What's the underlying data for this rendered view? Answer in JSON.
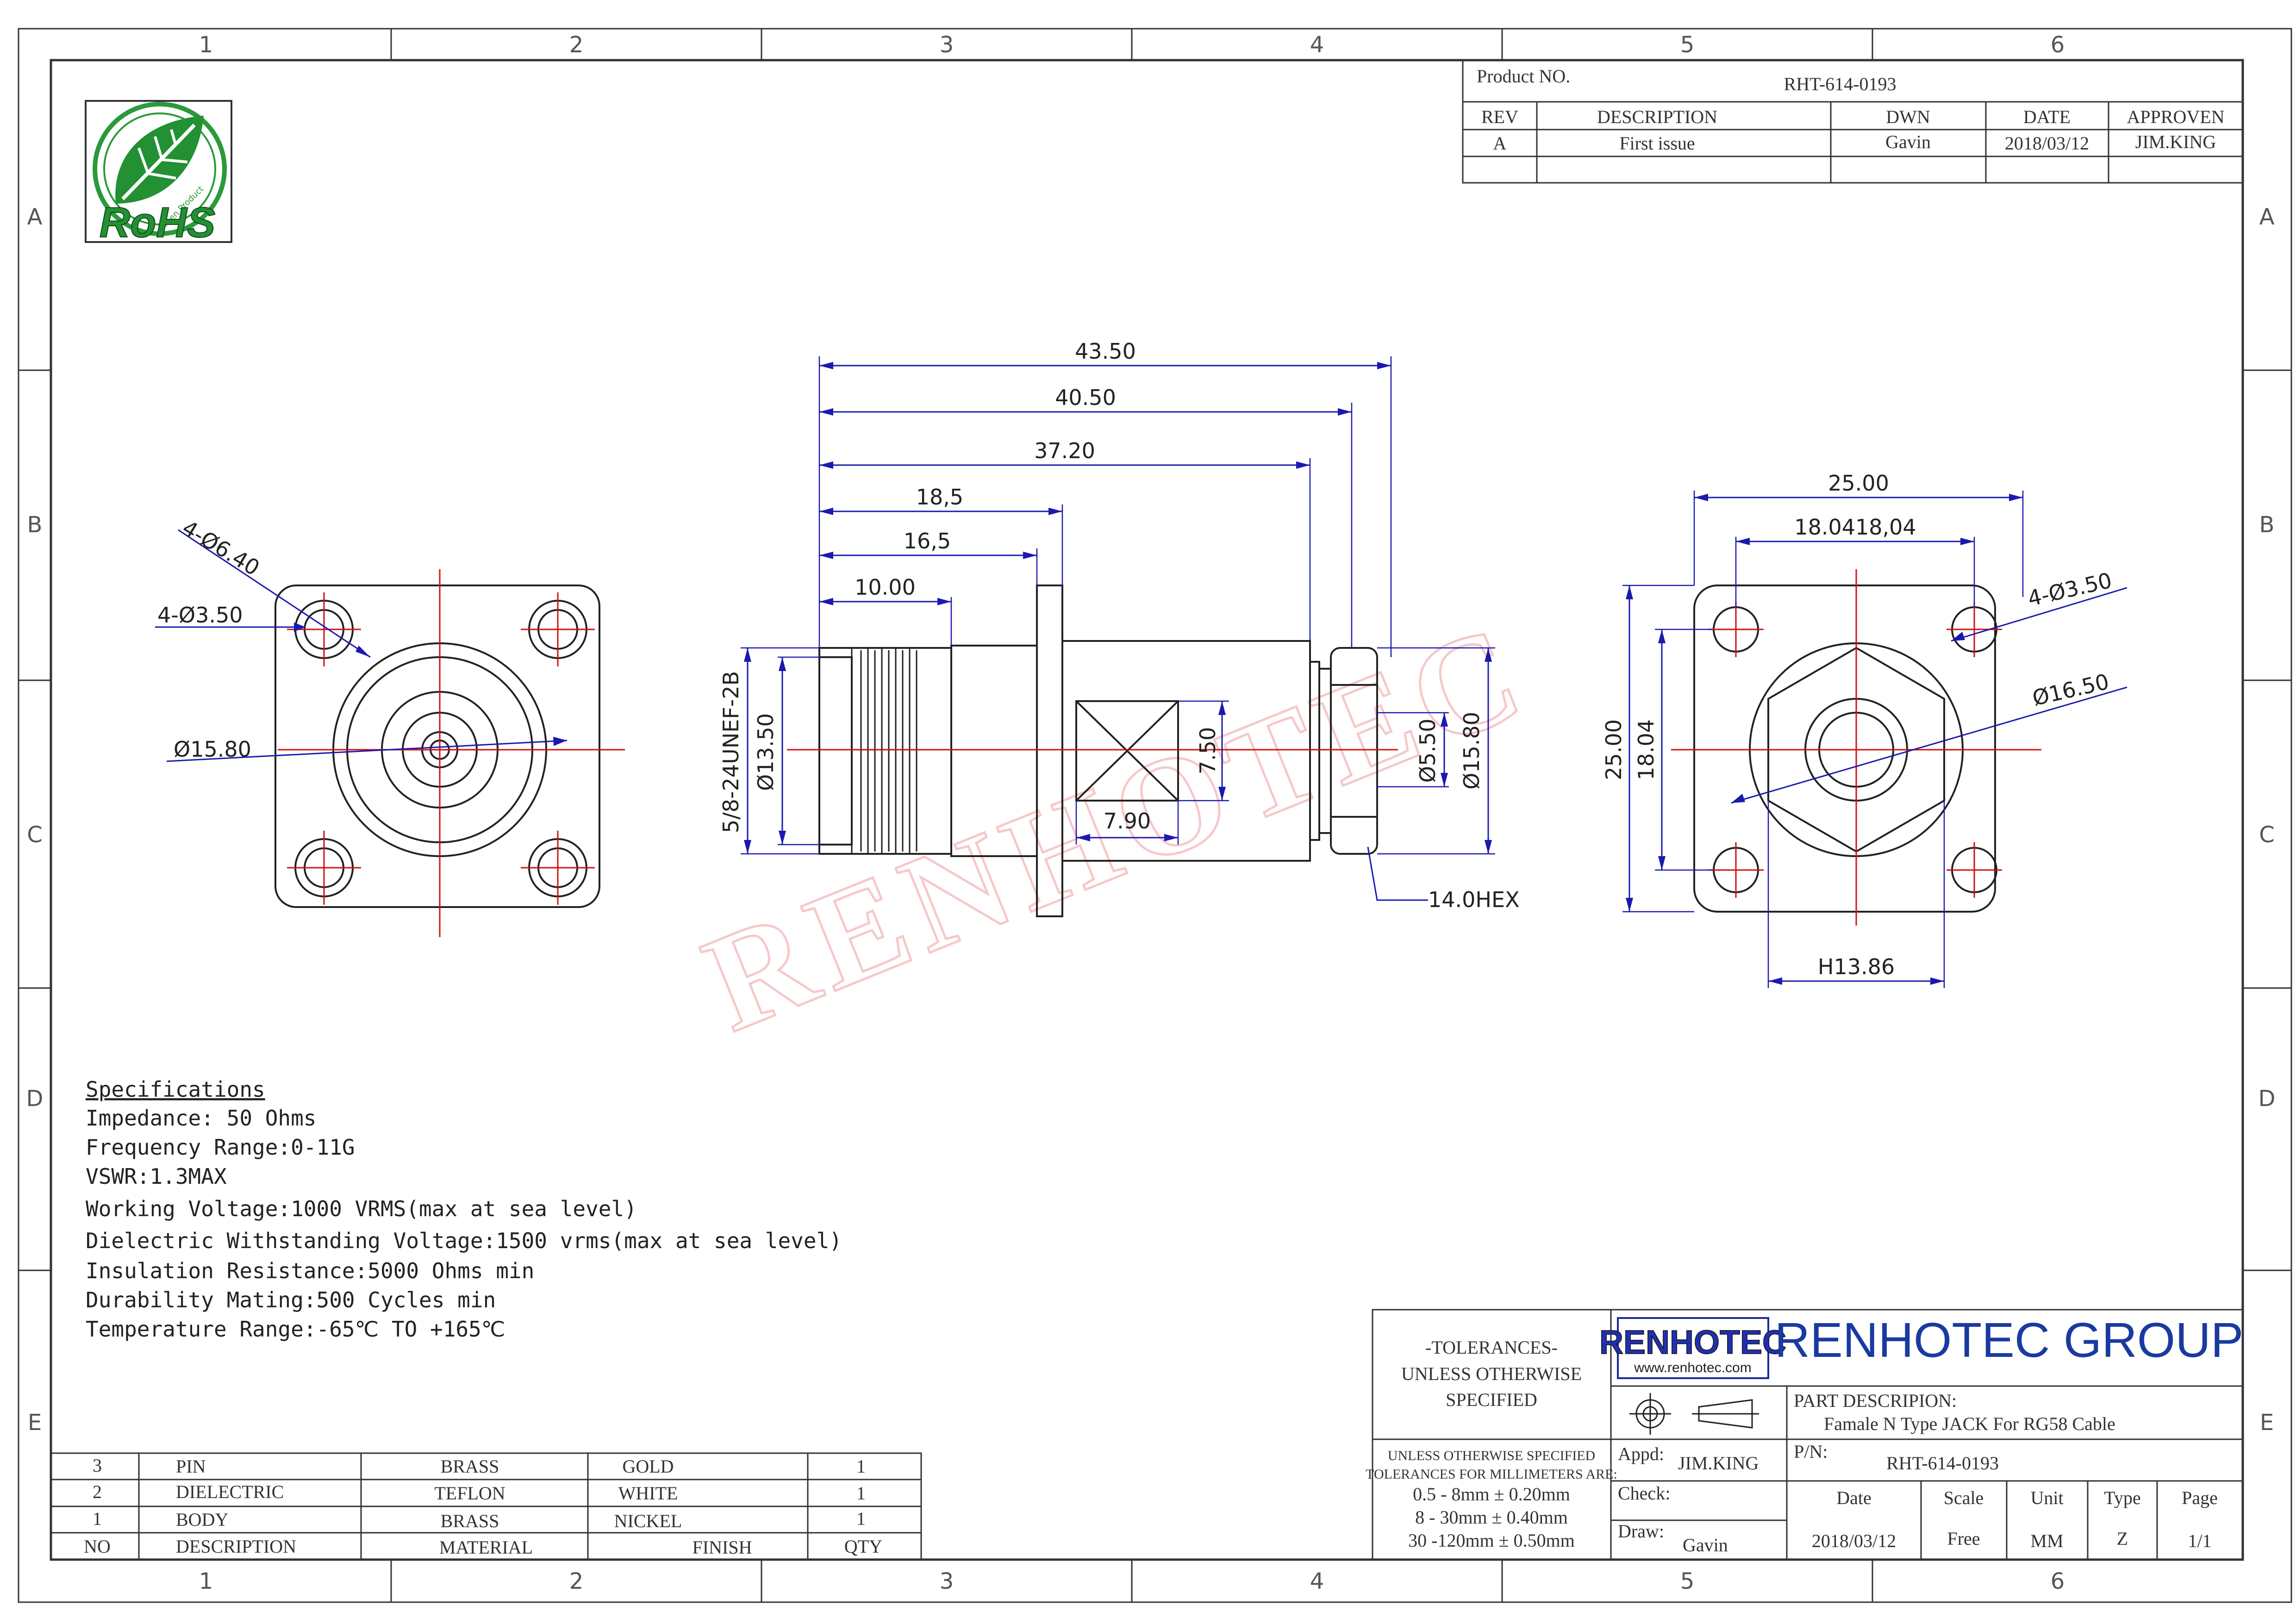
{
  "grid": {
    "columns": [
      "1",
      "2",
      "3",
      "4",
      "5",
      "6"
    ],
    "rows": [
      "A",
      "B",
      "C",
      "D",
      "E"
    ]
  },
  "rev_block": {
    "product_no_label": "Product NO.",
    "product_no": "RHT-614-0193",
    "headers": [
      "REV",
      "DESCRIPTION",
      "DWN",
      "DATE",
      "APPROVEN"
    ],
    "row": [
      "A",
      "First issue",
      "Gavin",
      "2018/03/12",
      "JIM.KING"
    ]
  },
  "rohs": {
    "text": "RoHS",
    "ring_text": "Green Product"
  },
  "watermark": "RENHOTEC",
  "dims": {
    "left": {
      "holes_outer": "4-Ø6.40",
      "holes_inner": "4-Ø3.50",
      "dia": "Ø15.80"
    },
    "side": {
      "len_4350": "43.50",
      "len_4050": "40.50",
      "len_3720": "37.20",
      "len_185": "18,5",
      "len_165": "16,5",
      "len_100": "10.00",
      "thread": "5/8-24UNEF-2B",
      "dia_1350": "Ø13.50",
      "flat_790": "7.90",
      "flat_750": "7.50",
      "dia_550": "Ø5.50",
      "dia_1580": "Ø15.80",
      "hex": "14.0HEX"
    },
    "right": {
      "w_2500": "25.00",
      "w_1804": "18.0418,04",
      "h_2500": "25.00",
      "h_1804": "18.04",
      "holes": "4-Ø3.50",
      "dia": "Ø16.50",
      "hex": "H13.86"
    }
  },
  "specs": {
    "title": "Specifications",
    "lines": [
      "Impedance: 50 Ohms",
      "Frequency Range:0-11G",
      "VSWR:1.3MAX",
      "Working Voltage:1000 VRMS(max at sea level)",
      "Dielectric Withstanding Voltage:1500 vrms(max at sea level)",
      "Insulation Resistance:5000 Ohms min",
      "Durability Mating:500 Cycles min",
      "Temperature Range:-65℃ TO +165℃"
    ]
  },
  "bom": {
    "headers": [
      "NO",
      "DESCRIPTION",
      "MATERIAL",
      "FINISH",
      "QTY"
    ],
    "rows": [
      [
        "3",
        "PIN",
        "BRASS",
        "GOLD",
        "1"
      ],
      [
        "2",
        "DIELECTRIC",
        "TEFLON",
        "WHITE",
        "1"
      ],
      [
        "1",
        "BODY",
        "BRASS",
        "NICKEL",
        "1"
      ]
    ]
  },
  "title_block": {
    "tolerances": [
      "-TOLERANCES-",
      "UNLESS OTHERWISE",
      "SPECIFIED"
    ],
    "tol_small_1": "UNLESS OTHERWISE SPECIFIED",
    "tol_small_2": "TOLERANCES FOR MILLIMETERS ARE:",
    "tol_lines": [
      "0.5 - 8mm ± 0.20mm",
      "8 - 30mm ± 0.40mm",
      "30 -120mm ± 0.50mm"
    ],
    "logo_text": "RENHOTEC",
    "logo_url": "www.renhotec.com",
    "company": "RENHOTEC GROUP",
    "part_desc_label": "PART DESCRIPION:",
    "part_desc": "Famale N Type JACK For RG58 Cable",
    "appd_label": "Appd:",
    "appd": "JIM.KING",
    "pn_label": "P/N:",
    "pn": "RHT-614-0193",
    "check_label": "Check:",
    "draw_label": "Draw:",
    "draw": "Gavin",
    "info_headers": [
      "Date",
      "Scale",
      "Unit",
      "Type",
      "Page"
    ],
    "info_values": [
      "2018/03/12",
      "Free",
      "MM",
      "Z",
      "1/1"
    ]
  }
}
